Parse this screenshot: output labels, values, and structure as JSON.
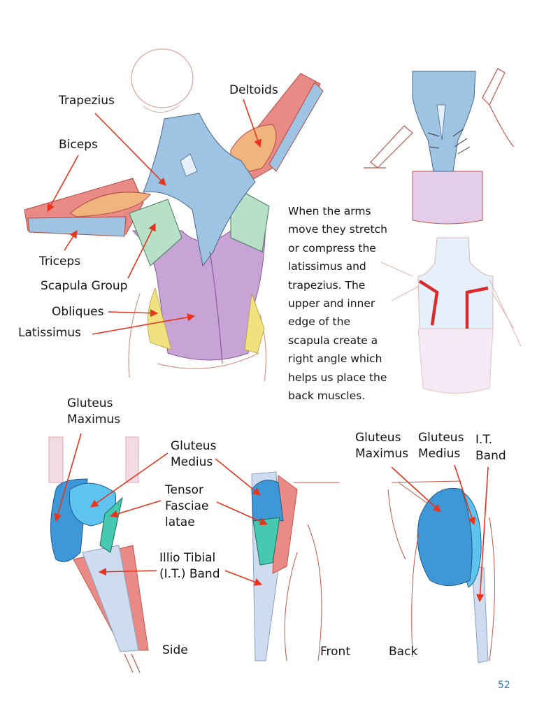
{
  "upper_labels": {
    "trapezius": "Trapezius",
    "deltoids": "Deltoids",
    "biceps": "Biceps",
    "triceps": "Triceps",
    "scapula_group": "Scapula Group",
    "obliques": "Obliques",
    "latissimus": "Latissimus"
  },
  "paragraph": {
    "lines": [
      "When the arms",
      "move they stretch",
      "or compress the",
      "latissimus and",
      "trapezius.  The",
      "upper and inner",
      "edge of the",
      "scapula create a",
      "right angle which",
      "helps us place the",
      "back muscles."
    ]
  },
  "lower_labels": {
    "gluteus_maximus_side": [
      "Gluteus",
      "Maximus"
    ],
    "gluteus_medius_side": [
      "Gluteus",
      "Medius"
    ],
    "tensor": [
      "Tensor",
      "Fasciae",
      "latae"
    ],
    "it_band_side": [
      "Illio Tibial",
      "(I.T.) Band"
    ],
    "gluteus_maximus_back": [
      "Gluteus",
      "Maximus"
    ],
    "gluteus_medius_back": [
      "Gluteus",
      "Medius"
    ],
    "it_band_back": [
      "I.T.",
      "Band"
    ]
  },
  "view_labels": {
    "side": "Side",
    "front": "Front",
    "back": "Back"
  },
  "page_number": "52",
  "colors": {
    "arrow": "#e8341c",
    "sketch": "#c0584a",
    "trapezius": "#9fc3e3",
    "latissimus": "#c8a3d6",
    "deltoid": "#f2b47e",
    "arm_red": "#ea8a86",
    "scapula": "#b7e0c7",
    "oblique": "#f2e27f",
    "glute": "#3e98d8",
    "glute_light": "#5fc3ef",
    "tensor": "#45c9b0",
    "itband": "#cfdcef",
    "accent_red": "#d92b2b"
  }
}
